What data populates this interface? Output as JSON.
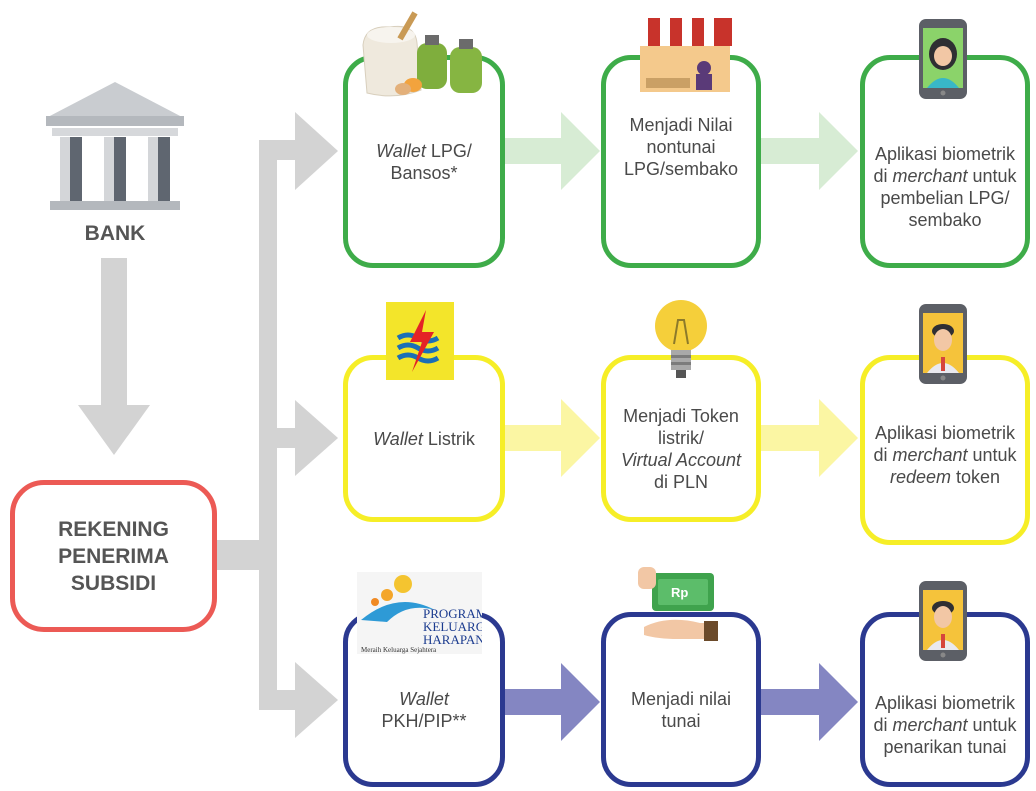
{
  "source": {
    "bank_label": "BANK",
    "account_label": "REKENING PENERIMA SUBSIDI"
  },
  "rows": [
    {
      "color": "#3eac49",
      "wallet": {
        "prefix": "Wallet",
        "text": " LPG/ Bansos*"
      },
      "conversion": "Menjadi Nilai nontunai LPG/sembako",
      "app": {
        "l1": "Aplikasi biometrik di ",
        "merchant": "merchant",
        "l2": " untuk pembelian LPG/ sembako"
      },
      "icons": [
        "rice-gas-cylinder-icon",
        "market-stall-icon",
        "phone-woman-icon"
      ]
    },
    {
      "color": "#f6ee27",
      "wallet": {
        "prefix": "Wallet",
        "text": " Listrik"
      },
      "conversion": {
        "l1": "Menjadi Token listrik/",
        "it": "Virtual Account",
        "l2": "di PLN"
      },
      "app": {
        "l1": "Aplikasi biometrik di ",
        "merchant": "merchant",
        "l2": " untuk ",
        "redeem": "redeem",
        "l3": " token"
      },
      "icons": [
        "pln-logo-icon",
        "lightbulb-icon",
        "phone-man-icon"
      ]
    },
    {
      "color": "#2b3990",
      "wallet": {
        "prefix": "Wallet",
        "text": "PKH/PIP**"
      },
      "conversion": "Menjadi nilai tunai",
      "app": {
        "l1": "Aplikasi biometrik di ",
        "merchant": "merchant",
        "l2": " untuk penarikan tunai"
      },
      "icons": [
        "pkh-logo-icon",
        "cash-hand-icon",
        "phone-man-icon"
      ],
      "pkh_logo": {
        "l1": "PROGRAM",
        "l2": "KELUARGA",
        "l3": "HARAPAN",
        "tagline": "Meraih Keluarga Sejahtera"
      },
      "cash_label": "Rp"
    }
  ],
  "colors": {
    "connector": "#d3d3d3",
    "green_arrow": "#d7ecd4",
    "yellow_arrow": "#fbf6a3",
    "blue_arrow": "#8486c2",
    "bank": "#9fa5ad"
  }
}
